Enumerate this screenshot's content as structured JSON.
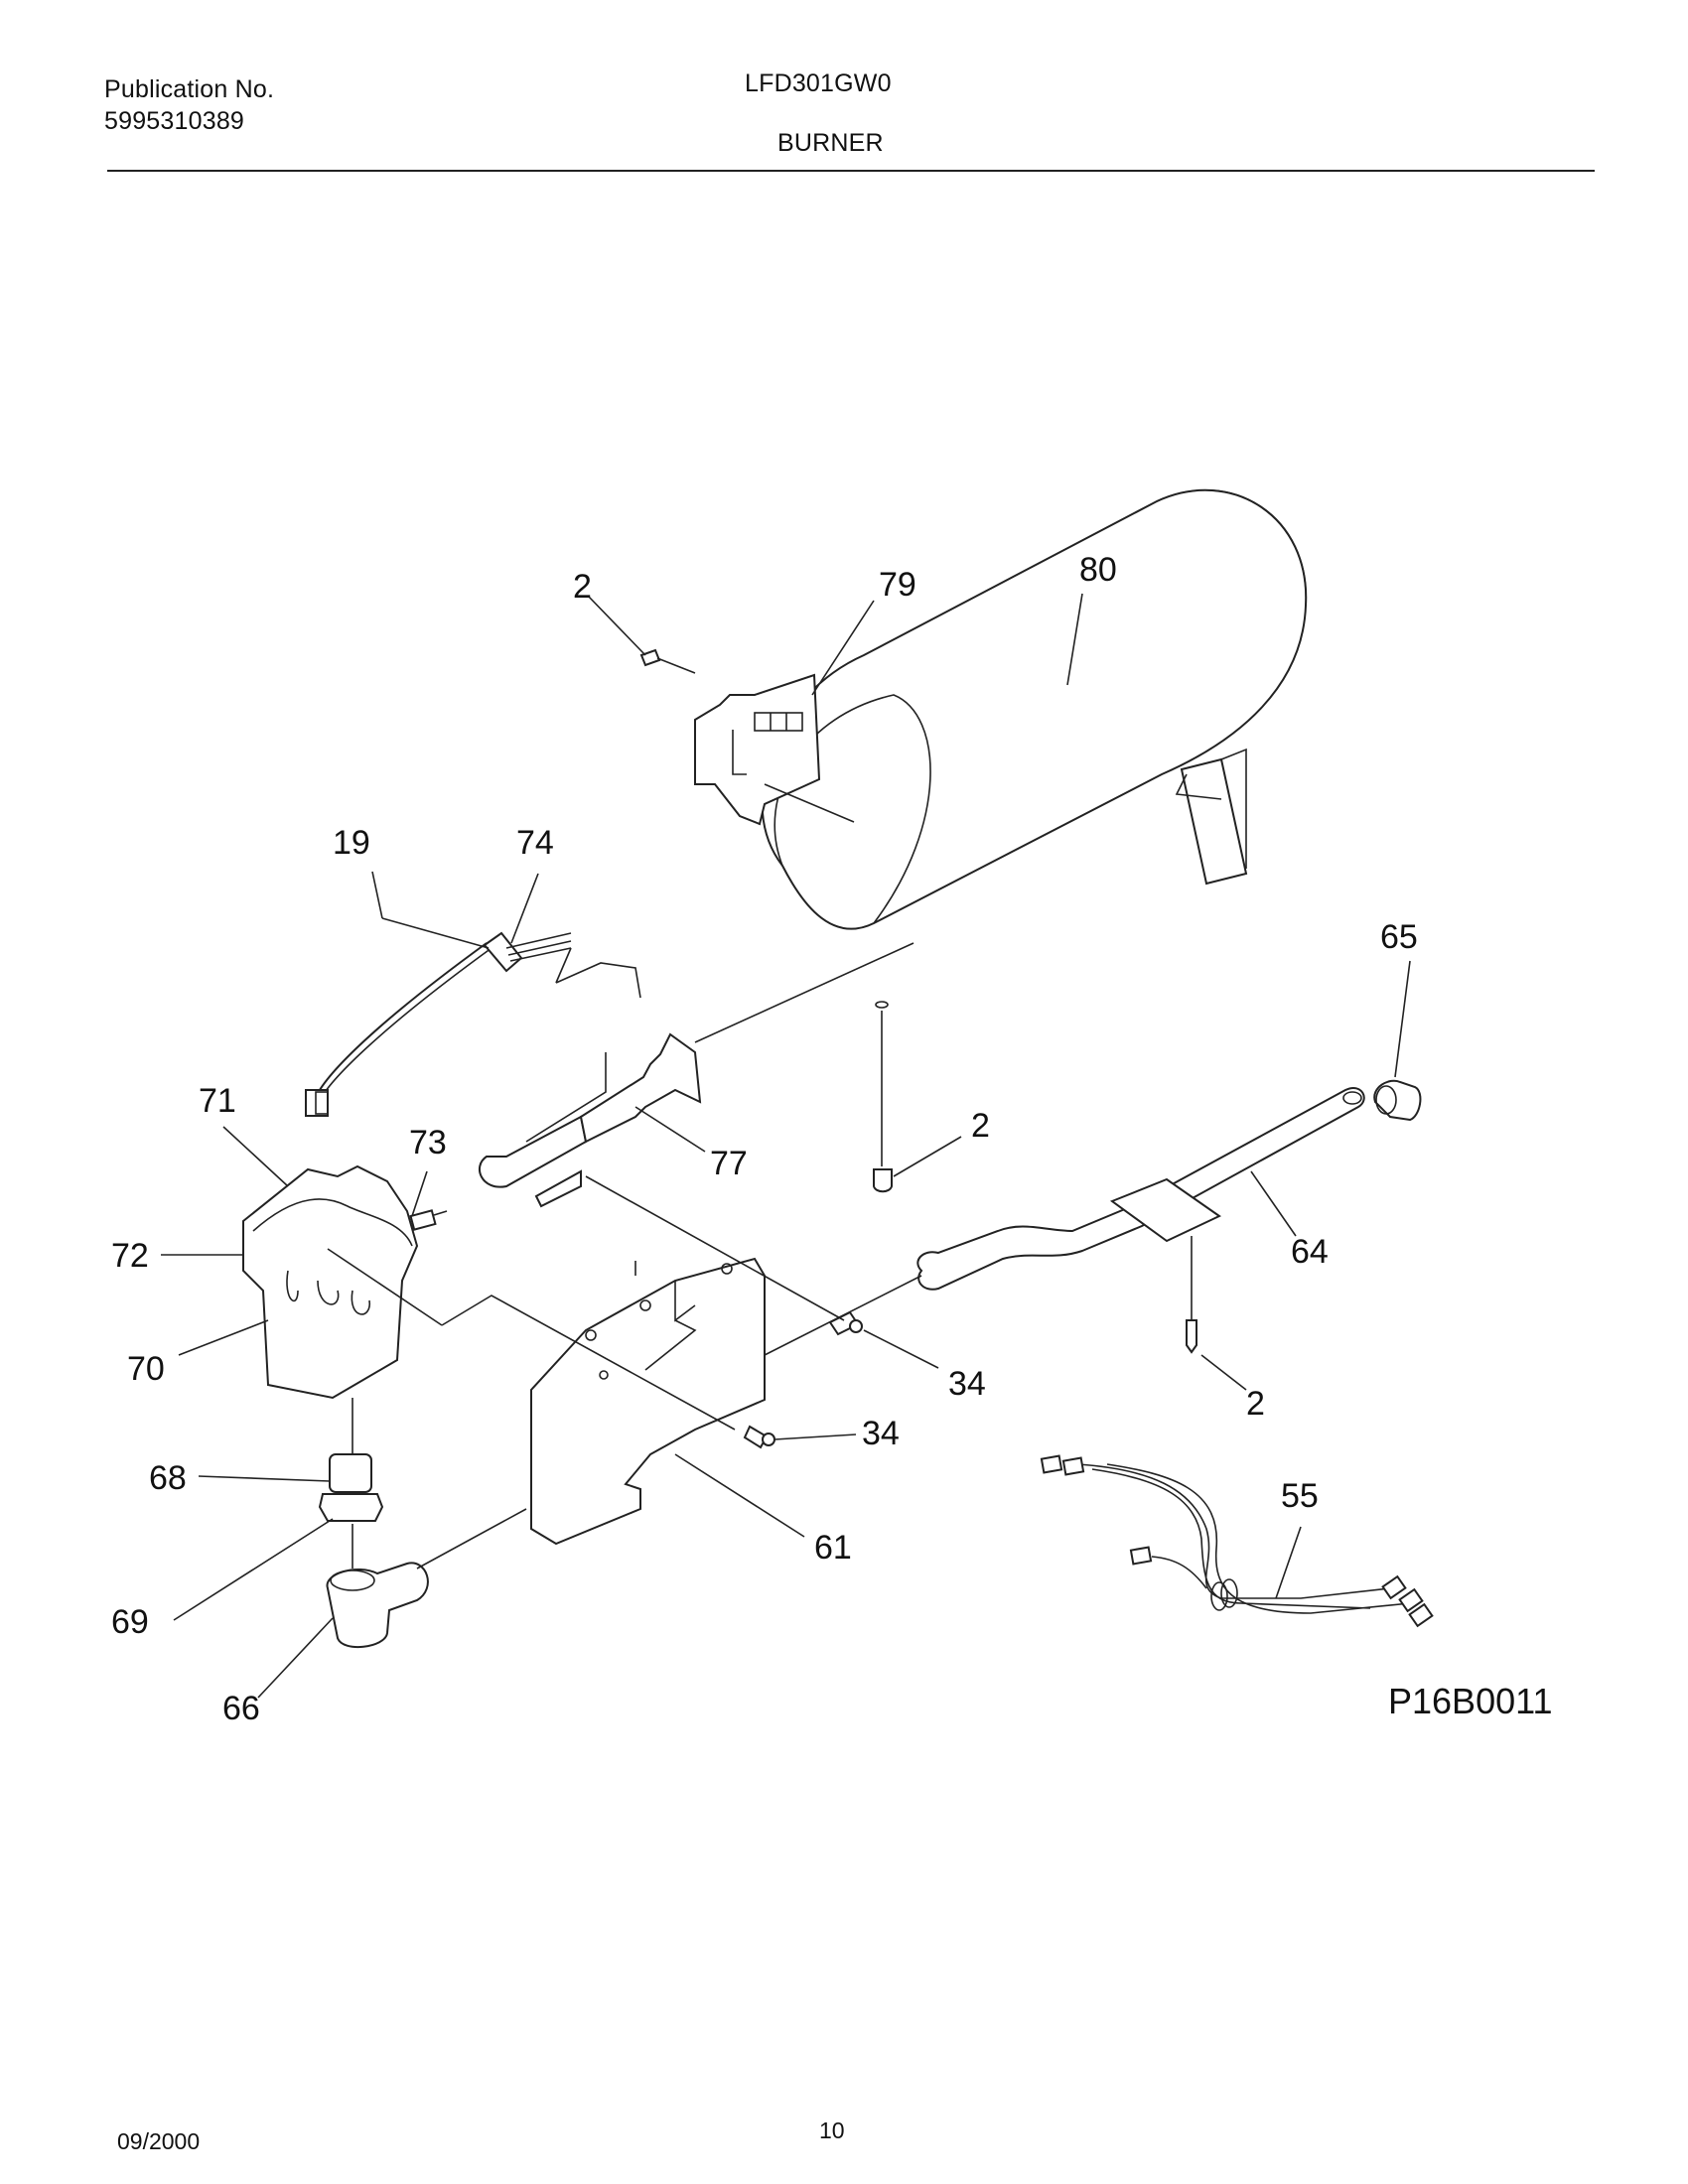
{
  "header": {
    "publication_label": "Publication No.",
    "publication_number": "5995310389",
    "model": "LFD301GW0",
    "section": "BURNER"
  },
  "diagram": {
    "code": "P16B0011",
    "callouts": [
      "2",
      "79",
      "80",
      "19",
      "74",
      "65",
      "71",
      "73",
      "77",
      "2",
      "72",
      "64",
      "70",
      "34",
      "2",
      "34",
      "68",
      "55",
      "61",
      "69",
      "66"
    ]
  },
  "footer": {
    "date": "09/2000",
    "page": "10"
  }
}
